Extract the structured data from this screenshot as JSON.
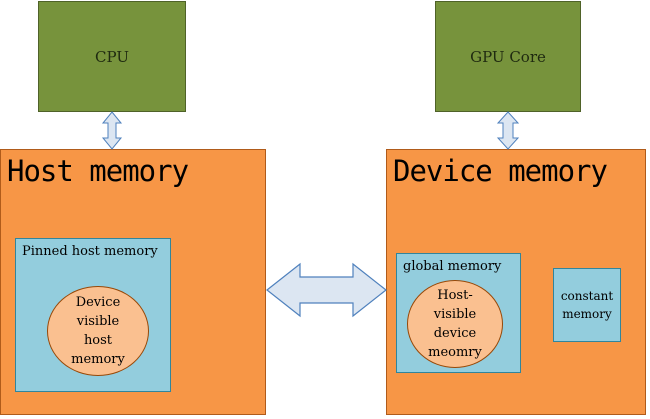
{
  "diagram": {
    "cpu_label": "CPU",
    "gpu_label": "GPU Core",
    "host_memory": {
      "title": "Host memory",
      "pinned_title": "Pinned host memory",
      "oval_text": "Device\nvisible\nhost\nmemory"
    },
    "device_memory": {
      "title": "Device memory",
      "global_title": "global memory",
      "oval_text": "Host-\nvisible\ndevice\nmeomry",
      "constant_label": "constant\nmemory"
    }
  },
  "colors": {
    "processor_fill": "#77933c",
    "memory_fill": "#f79646",
    "inner_fill": "#93cddd",
    "oval_fill": "#fac090",
    "arrow_fill": "#dce6f2"
  }
}
